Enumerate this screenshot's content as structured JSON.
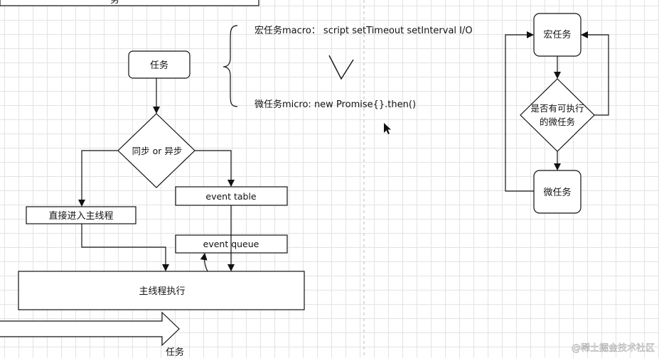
{
  "nodes": {
    "task": "任务",
    "sync_async": "同步 or 异步",
    "direct_main": "直接进入主线程",
    "event_table": "event table",
    "event_queue": "event queue",
    "main_exec": "主线程执行",
    "arrow_task": "任务",
    "top_cut": "务"
  },
  "notes": {
    "macro": "宏任务macro：  script setTimeout setInterval I/O",
    "micro": "微任务micro: new Promise{}.then()"
  },
  "loop": {
    "macro": "宏任务",
    "question_line1": "是否有可执行",
    "question_line2": "的微任务",
    "micro": "微任务"
  },
  "watermark": "@稀土掘金技术社区"
}
